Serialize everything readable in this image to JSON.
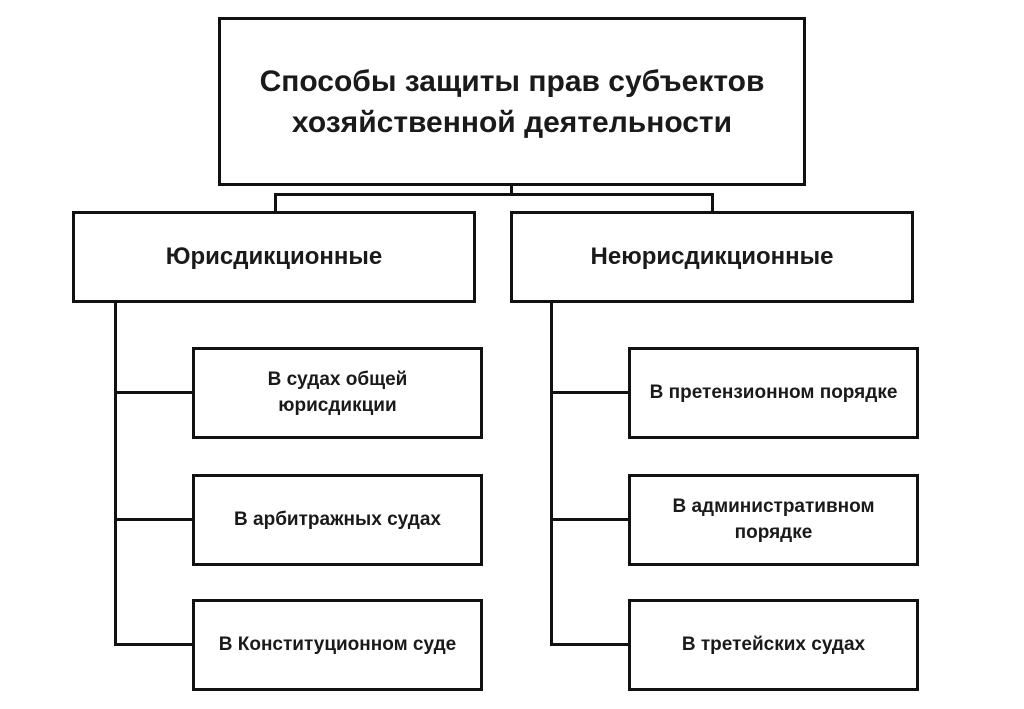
{
  "title": {
    "line1": "Способы защиты прав субъектов",
    "line2": "хозяйственной деятельности"
  },
  "categories": [
    {
      "label": "Юрисдикционные",
      "items": [
        {
          "line1": "В судах общей",
          "line2": "юрисдикции"
        },
        {
          "line1": "В арбитражных судах",
          "line2": ""
        },
        {
          "line1": "В Конституционном суде",
          "line2": ""
        }
      ]
    },
    {
      "label": "Неюрисдикционные",
      "items": [
        {
          "line1": "В претензионном порядке",
          "line2": ""
        },
        {
          "line1": "В административном",
          "line2": "порядке"
        },
        {
          "line1": "В третейских судах",
          "line2": ""
        }
      ]
    }
  ]
}
